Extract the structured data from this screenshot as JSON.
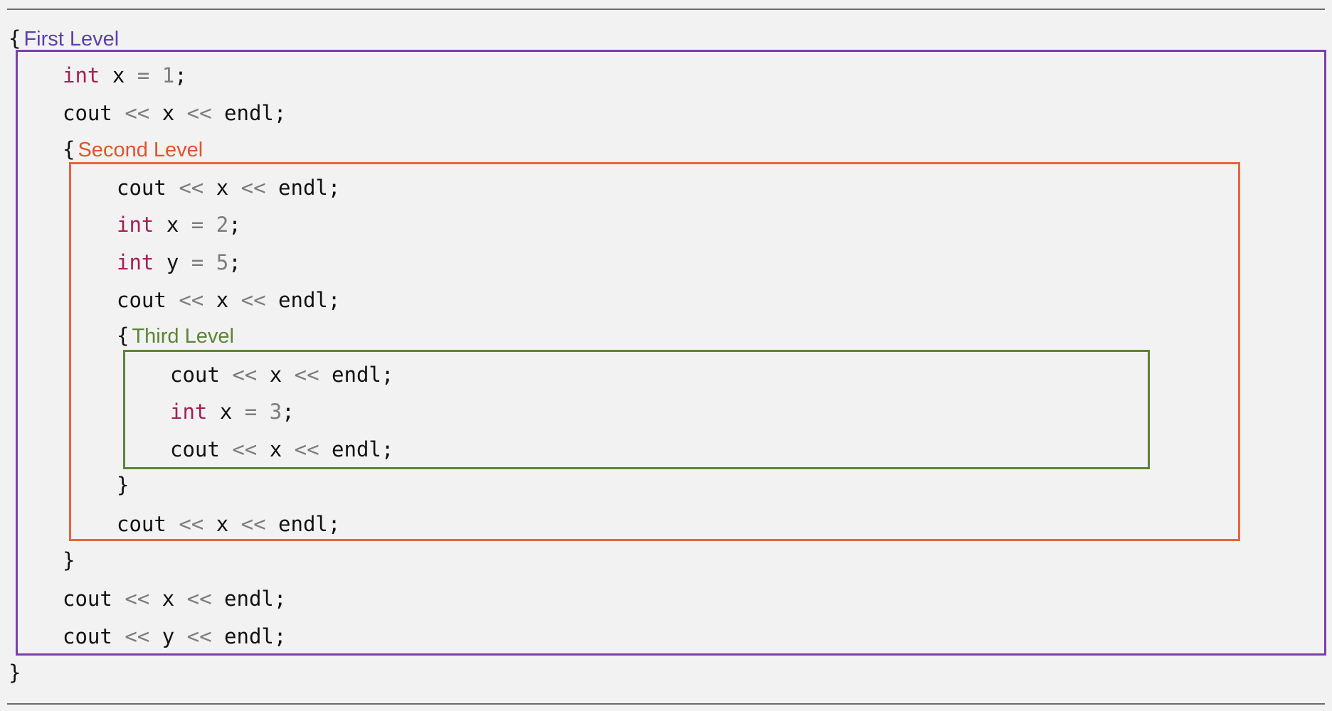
{
  "scope_labels": {
    "first": "First Level",
    "second": "Second Level",
    "third": "Third Level"
  },
  "code": {
    "open_brace": "{",
    "close_brace": "}",
    "kw_int": "int",
    "op_assign": "=",
    "op_insert": "<<",
    "cout": "cout",
    "endl": "endl;",
    "x": "x",
    "y": "y",
    "val_1": "1",
    "val_2": "2",
    "val_3": "3",
    "val_5": "5",
    "semicolon": ";"
  },
  "colors": {
    "first_level": "#7b3fa8",
    "second_level": "#e8643c",
    "third_level": "#5c8436",
    "keyword": "#a51f55",
    "operator": "#7d7d7d"
  }
}
